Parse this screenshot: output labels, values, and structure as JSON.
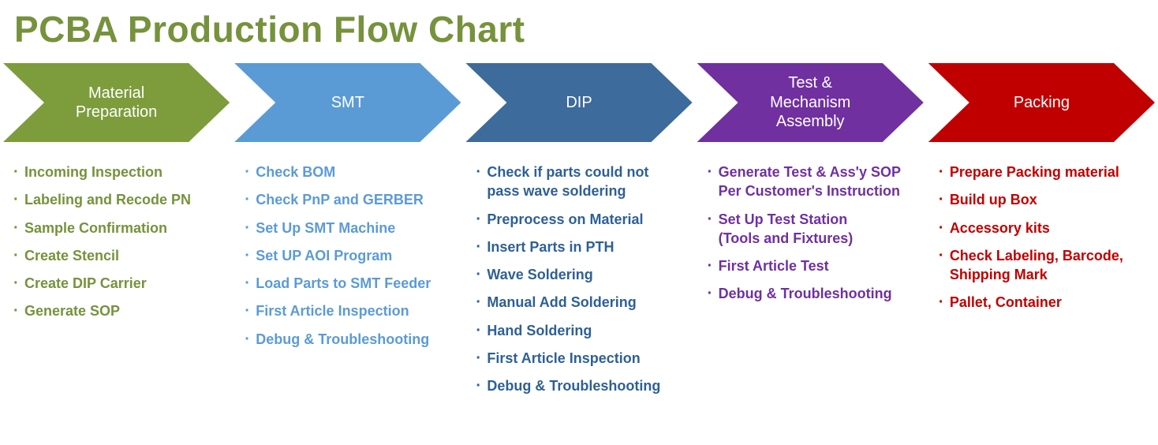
{
  "title": "PCBA Production Flow Chart",
  "title_color": "#76923C",
  "stages": [
    {
      "label": "Material\nPreparation",
      "arrow_color": "#7D9C3C",
      "text_color": "#76923C",
      "items": [
        "Incoming Inspection",
        "Labeling and Recode PN",
        "Sample Confirmation",
        "Create Stencil",
        "Create DIP Carrier",
        "Generate SOP"
      ]
    },
    {
      "label": "SMT",
      "arrow_color": "#5B9BD5",
      "text_color": "#5B9BD5",
      "items": [
        "Check BOM",
        "Check PnP and GERBER",
        "Set Up SMT Machine",
        "Set UP AOI Program",
        "Load Parts to SMT Feeder",
        "First Article Inspection",
        "Debug & Troubleshooting"
      ]
    },
    {
      "label": "DIP",
      "arrow_color": "#3D6B9C",
      "text_color": "#2E6095",
      "items": [
        "Check if parts could not\npass wave soldering",
        "Preprocess on Material",
        "Insert Parts in PTH",
        "Wave Soldering",
        "Manual Add Soldering",
        "Hand Soldering",
        "First Article Inspection",
        "Debug & Troubleshooting"
      ]
    },
    {
      "label": "Test &\nMechanism\nAssembly",
      "arrow_color": "#7030A0",
      "text_color": "#7030A0",
      "items": [
        "Generate Test & Ass'y SOP\nPer Customer's Instruction",
        "Set Up Test Station\n(Tools and Fixtures)",
        "First Article Test",
        "Debug & Troubleshooting"
      ]
    },
    {
      "label": "Packing",
      "arrow_color": "#C00000",
      "text_color": "#C00000",
      "items": [
        "Prepare Packing material",
        "Build up Box",
        "Accessory kits",
        "Check Labeling, Barcode,\nShipping Mark",
        "Pallet, Container"
      ]
    }
  ]
}
